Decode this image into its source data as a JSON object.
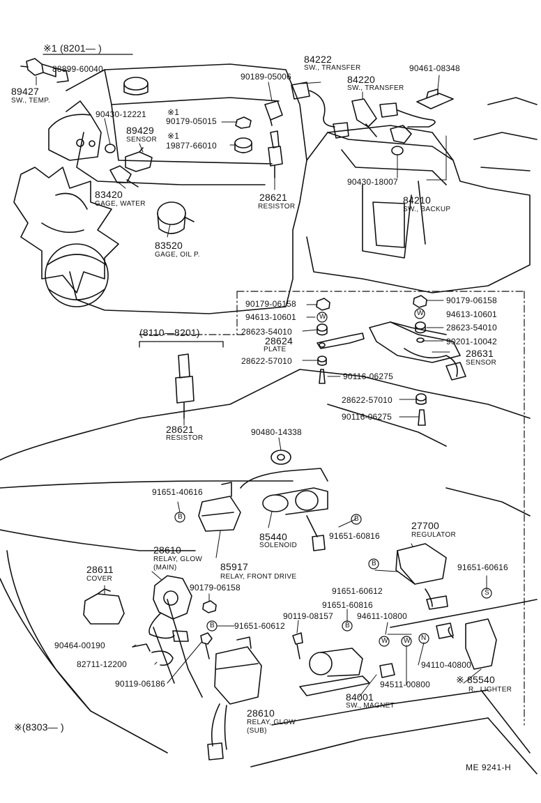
{
  "header_notes": {
    "note_1": "※1 (8201—    )",
    "range_8110_8201": "(8110—8201)",
    "note_8303": "※(8303—    )"
  },
  "figure_code": "ME  9241-H",
  "parts": {
    "p89427": {
      "number": "89427",
      "desc": "SW., TEMP."
    },
    "p88899": {
      "number": "88899-60040"
    },
    "p90430_12221": {
      "number": "90430-12221"
    },
    "p89429": {
      "number": "89429",
      "desc": "SENSOR"
    },
    "p90179_05015": {
      "note": "※1",
      "number": "90179-05015"
    },
    "p19877": {
      "note": "※1",
      "number": "19877-66010"
    },
    "p83420": {
      "number": "83420",
      "desc": "GAGE, WATER"
    },
    "p83520": {
      "number": "83520",
      "desc": "GAGE, OIL P."
    },
    "p90189": {
      "number": "90189-05006"
    },
    "p28621_top": {
      "number": "28621",
      "desc": "RESISTOR"
    },
    "p84222": {
      "number": "84222",
      "desc": "SW., TRANSFER"
    },
    "p84220": {
      "number": "84220",
      "desc": "SW., TRANSFER"
    },
    "p90461": {
      "number": "90461-08348"
    },
    "p90430_18007": {
      "number": "90430-18007"
    },
    "p84210": {
      "number": "84210",
      "desc": "SW., BACKUP"
    },
    "p90179_06158_l": {
      "number": "90179-06158"
    },
    "p94613_l": {
      "number": "94613-10601"
    },
    "p28623_l": {
      "number": "28623-54010"
    },
    "p28624": {
      "number": "28624",
      "desc": "PLATE"
    },
    "p28622_l": {
      "number": "28622-57010"
    },
    "p90116_l": {
      "number": "90116-06275"
    },
    "p90179_06158_r": {
      "number": "90179-06158"
    },
    "p94613_r": {
      "number": "94613-10601"
    },
    "p28623_r": {
      "number": "28623-54010"
    },
    "p90201": {
      "number": "90201-10042"
    },
    "p28631": {
      "number": "28631",
      "desc": "SENSOR"
    },
    "p28622_r": {
      "number": "28622-57010"
    },
    "p90116_r": {
      "number": "90116-06275"
    },
    "p28621_mid": {
      "number": "28621",
      "desc": "RESISTOR"
    },
    "p90480": {
      "number": "90480-14338"
    },
    "p91651_40616": {
      "number": "91651-40616"
    },
    "p85440": {
      "number": "85440",
      "desc": "SOLENOID"
    },
    "p91651_60816_a": {
      "number": "91651-60816"
    },
    "p27700": {
      "number": "27700",
      "desc": "REGULATOR"
    },
    "p28610_main": {
      "number": "28610",
      "desc1": "RELAY, GLOW",
      "desc2": "(MAIN)"
    },
    "p85917": {
      "number": "85917",
      "desc": "RELAY, FRONT DRIVE"
    },
    "p28611": {
      "number": "28611",
      "desc": "COVER"
    },
    "p90179_06158_b": {
      "number": "90179-06158"
    },
    "p91651_60612_r": {
      "number": "91651-60612"
    },
    "p91651_60616_r": {
      "number": "91651-60616"
    },
    "p91651_60816_b": {
      "number": "91651-60816"
    },
    "p90119_08157": {
      "number": "90119-08157"
    },
    "p94611": {
      "number": "94611-10800"
    },
    "p91651_60612_l": {
      "number": "91651-60612"
    },
    "p90464": {
      "number": "90464-00190"
    },
    "p82711": {
      "number": "82711-12200"
    },
    "p90119_06186": {
      "number": "90119-06186"
    },
    "p94110": {
      "number": "94110-40800"
    },
    "p94511": {
      "number": "94511-00800"
    },
    "p85540": {
      "note": "※",
      "number": "85540",
      "desc": "R., LIGHTER"
    },
    "p84001": {
      "number": "84001",
      "desc": "SW., MAGNET"
    },
    "p28610_sub": {
      "number": "28610",
      "desc1": "RELAY, GLOW",
      "desc2": "(SUB)"
    }
  },
  "callout_symbols": {
    "w": "W",
    "b": "B",
    "s": "S",
    "n": "N"
  }
}
